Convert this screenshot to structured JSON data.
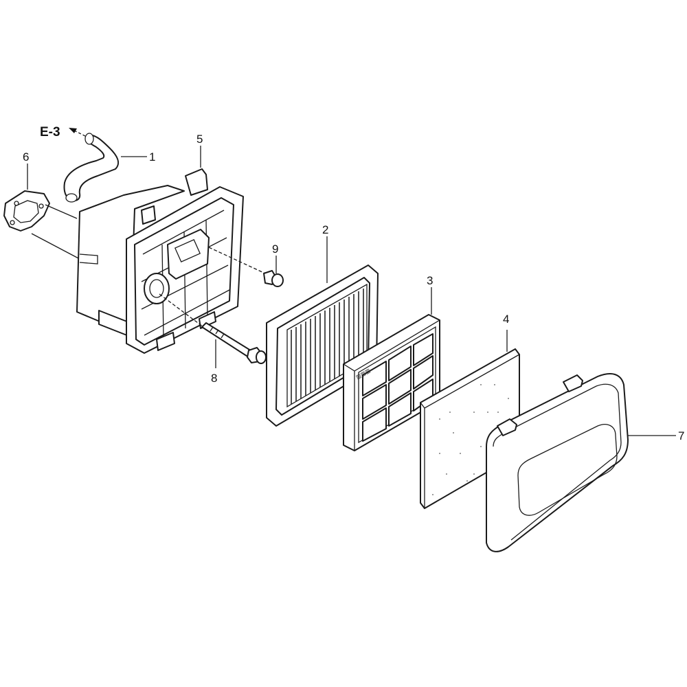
{
  "reference": {
    "text": "E-3"
  },
  "parts": [
    {
      "id": "hose",
      "number": "1"
    },
    {
      "id": "element",
      "number": "2"
    },
    {
      "id": "grid",
      "number": "3"
    },
    {
      "id": "pre-filter",
      "number": "4"
    },
    {
      "id": "case",
      "number": "5"
    },
    {
      "id": "gasket",
      "number": "6"
    },
    {
      "id": "cover",
      "number": "7"
    },
    {
      "id": "long-bolt",
      "number": "8"
    },
    {
      "id": "short-bolt",
      "number": "9"
    }
  ]
}
